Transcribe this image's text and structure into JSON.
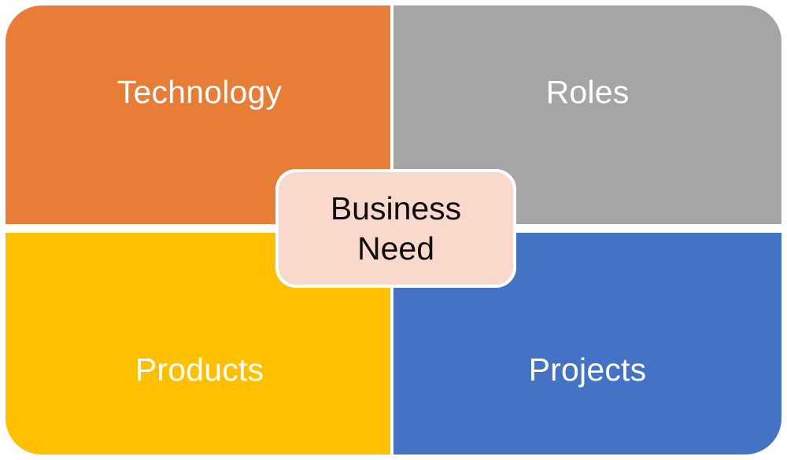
{
  "diagram": {
    "type": "2x2-quadrant-matrix",
    "title": "Business Need",
    "center": {
      "label": "Business\nNeed",
      "label_line_1": "Business",
      "label_line_2": "Need",
      "fill_color": "#F8D9CC",
      "border_color": "#FFFFFF",
      "text_color": "#0D0D0D"
    },
    "quadrants": [
      {
        "position": "top-left",
        "label": "Technology",
        "color": "#E87D37",
        "text_color": "#FFFFFF"
      },
      {
        "position": "top-right",
        "label": "Roles",
        "color": "#A5A5A5",
        "text_color": "#FFFFFF"
      },
      {
        "position": "bottom-left",
        "label": "Products",
        "color": "#FFC000",
        "text_color": "#FFFFFF"
      },
      {
        "position": "bottom-right",
        "label": "Projects",
        "color": "#4472C4",
        "text_color": "#FFFFFF"
      }
    ],
    "background_color": "#FFFFFF"
  }
}
